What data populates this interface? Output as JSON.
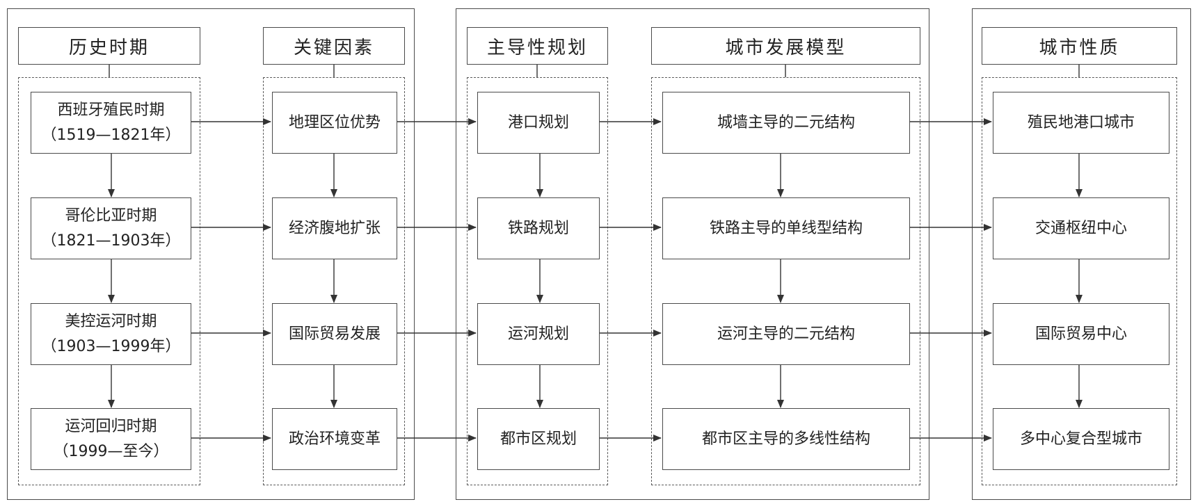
{
  "columns": {
    "period": {
      "header": "历史时期",
      "items": [
        {
          "line1": "西班牙殖民时期",
          "line2": "（1519—1821年）"
        },
        {
          "line1": "哥伦比亚时期",
          "line2": "（1821—1903年）"
        },
        {
          "line1": "美控运河时期",
          "line2": "（1903—1999年）"
        },
        {
          "line1": "运河回归时期",
          "line2": "（1999—至今）"
        }
      ]
    },
    "factor": {
      "header": "关键因素",
      "items": [
        "地理区位优势",
        "经济腹地扩张",
        "国际贸易发展",
        "政治环境变革"
      ]
    },
    "planning": {
      "header": "主导性规划",
      "items": [
        "港口规划",
        "铁路规划",
        "运河规划",
        "都市区规划"
      ]
    },
    "model": {
      "header": "城市发展模型",
      "items": [
        "城墙主导的二元结构",
        "铁路主导的单线型结构",
        "运河主导的二元结构",
        "都市区主导的多线性结构"
      ]
    },
    "nature": {
      "header": "城市性质",
      "items": [
        "殖民地港口城市",
        "交通枢纽中心",
        "国际贸易中心",
        "多中心复合型城市"
      ]
    }
  }
}
